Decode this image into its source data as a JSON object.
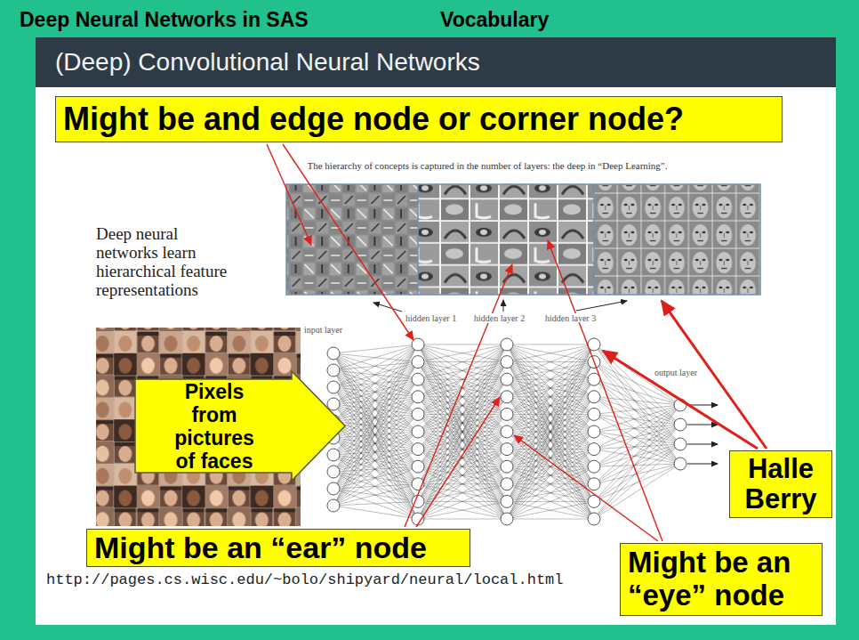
{
  "diagram": {
    "title": "Deep Neural Networks in SAS",
    "nodes": [
      {
        "text": [
          "(Deep) Convolutional Neural Networks"
        ]
      },
      {
        "text": [
          "Might be and edge node or corner node?"
        ]
      },
      {
        "text": [
          "Pixels from pictures of faces"
        ]
      },
      {
        "text": [
          "Halle Berry"
        ]
      },
      {
        "text": [
          "Might be an “ear” node"
        ]
      },
      {
        "text": [
          "Might be an “eye” node"
        ]
      }
    ],
    "labels": [
      "Vocabulary",
      "The hierarchy of concepts is captured in the number of layers: the deep in “Deep Learning”.",
      "Deep neural networks learn hierarchical feature representations",
      "input layer",
      "hidden layer 1",
      "hidden layer 2",
      "hidden layer 3",
      "output layer",
      "http://pages.cs.wisc.edu/~bolo/shipyard/neural/local.html"
    ]
  }
}
